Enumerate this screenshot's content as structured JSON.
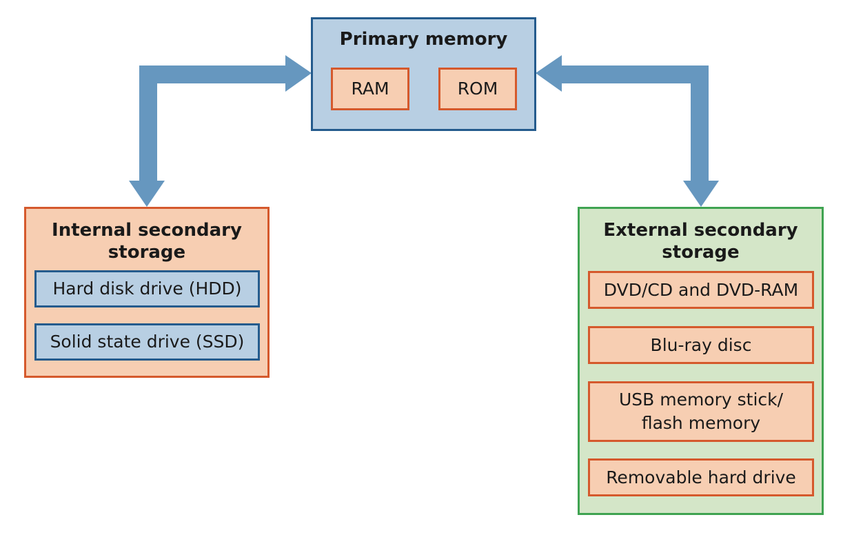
{
  "primary": {
    "title": "Primary memory",
    "items": [
      "RAM",
      "ROM"
    ]
  },
  "internal": {
    "title": "Internal secondary\nstorage",
    "items": [
      "Hard disk drive (HDD)",
      "Solid state drive (SSD)"
    ]
  },
  "external": {
    "title": "External secondary\nstorage",
    "items": [
      "DVD/CD and DVD-RAM",
      "Blu-ray disc",
      "USB memory stick/\nflash memory",
      "Removable hard drive"
    ]
  },
  "colors": {
    "arrow": "#6697bf",
    "orange_fill": "#f7ceb2",
    "orange_border": "#d5592c",
    "blue_fill": "#b8cfe3",
    "blue_border": "#245b8d",
    "green_fill": "#d4e6c8",
    "green_border": "#3fa351"
  }
}
